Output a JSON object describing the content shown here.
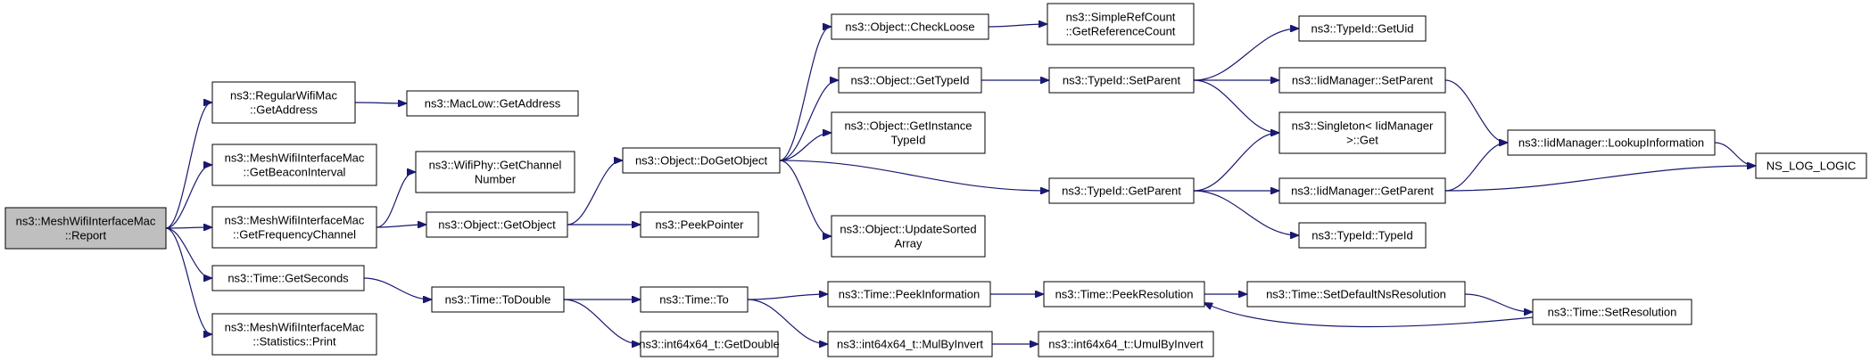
{
  "colors": {
    "edge": "#191970",
    "node_border": "#000000",
    "node_fill": "#ffffff",
    "root_fill": "#bfbfbf"
  },
  "nodes": {
    "root": [
      "ns3::MeshWifiInterfaceMac",
      "::Report"
    ],
    "regularwifimac_getaddress": [
      "ns3::RegularWifiMac",
      "::GetAddress"
    ],
    "maclow_getaddress": [
      "ns3::MacLow::GetAddress"
    ],
    "getbeaconinterval": [
      "ns3::MeshWifiInterfaceMac",
      "::GetBeaconInterval"
    ],
    "getfrequencychannel": [
      "ns3::MeshWifiInterfaceMac",
      "::GetFrequencyChannel"
    ],
    "wifiphy_getchannelnumber": [
      "ns3::WifiPhy::GetChannel",
      "Number"
    ],
    "object_getobject": [
      "ns3::Object::GetObject"
    ],
    "peekpointer": [
      "ns3::PeekPointer"
    ],
    "time_getseconds": [
      "ns3::Time::GetSeconds"
    ],
    "time_todouble": [
      "ns3::Time::ToDouble"
    ],
    "time_to": [
      "ns3::Time::To"
    ],
    "int64x64_getdouble": [
      "ns3::int64x64_t::GetDouble"
    ],
    "statistics_print": [
      "ns3::MeshWifiInterfaceMac",
      "::Statistics::Print"
    ],
    "object_dogetobject": [
      "ns3::Object::DoGetObject"
    ],
    "object_checkloose": [
      "ns3::Object::CheckLoose"
    ],
    "object_gettypeid": [
      "ns3::Object::GetTypeId"
    ],
    "object_getinstancetypeid": [
      "ns3::Object::GetInstance",
      "TypeId"
    ],
    "object_updatesortedarray": [
      "ns3::Object::UpdateSorted",
      "Array"
    ],
    "simplerefcount_getreferencecount": [
      "ns3::SimpleRefCount",
      "::GetReferenceCount"
    ],
    "typeid_setparent": [
      "ns3::TypeId::SetParent"
    ],
    "typeid_getparent": [
      "ns3::TypeId::GetParent"
    ],
    "typeid_getuid": [
      "ns3::TypeId::GetUid"
    ],
    "iidmanager_setparent": [
      "ns3::IidManager::SetParent"
    ],
    "singleton_get": [
      "ns3::Singleton< IidManager",
      " >::Get"
    ],
    "iidmanager_getparent": [
      "ns3::IidManager::GetParent"
    ],
    "typeid_typeid": [
      "ns3::TypeId::TypeId"
    ],
    "iidmanager_lookupinformation": [
      "ns3::IidManager::LookupInformation"
    ],
    "ns_log_logic": [
      "NS_LOG_LOGIC"
    ],
    "time_peekinformation": [
      "ns3::Time::PeekInformation"
    ],
    "time_peekresolution": [
      "ns3::Time::PeekResolution"
    ],
    "time_setdefaultnsresolution": [
      "ns3::Time::SetDefaultNsResolution"
    ],
    "time_setresolution": [
      "ns3::Time::SetResolution"
    ],
    "int64x64_mulbyinvert": [
      "ns3::int64x64_t::MulByInvert"
    ],
    "int64x64_umulbyinvert": [
      "ns3::int64x64_t::UmulByInvert"
    ]
  },
  "edges": [
    [
      "root",
      "regularwifimac_getaddress"
    ],
    [
      "root",
      "getbeaconinterval"
    ],
    [
      "root",
      "getfrequencychannel"
    ],
    [
      "root",
      "time_getseconds"
    ],
    [
      "root",
      "statistics_print"
    ],
    [
      "regularwifimac_getaddress",
      "maclow_getaddress"
    ],
    [
      "getfrequencychannel",
      "wifiphy_getchannelnumber"
    ],
    [
      "getfrequencychannel",
      "object_getobject"
    ],
    [
      "object_getobject",
      "object_dogetobject"
    ],
    [
      "object_getobject",
      "peekpointer"
    ],
    [
      "object_dogetobject",
      "object_checkloose"
    ],
    [
      "object_dogetobject",
      "object_gettypeid"
    ],
    [
      "object_dogetobject",
      "object_getinstancetypeid"
    ],
    [
      "object_dogetobject",
      "object_updatesortedarray"
    ],
    [
      "object_dogetobject",
      "typeid_getparent"
    ],
    [
      "object_checkloose",
      "simplerefcount_getreferencecount"
    ],
    [
      "object_gettypeid",
      "typeid_setparent"
    ],
    [
      "typeid_setparent",
      "typeid_getuid"
    ],
    [
      "typeid_setparent",
      "iidmanager_setparent"
    ],
    [
      "typeid_setparent",
      "singleton_get"
    ],
    [
      "iidmanager_setparent",
      "iidmanager_lookupinformation"
    ],
    [
      "typeid_getparent",
      "singleton_get"
    ],
    [
      "typeid_getparent",
      "iidmanager_getparent"
    ],
    [
      "typeid_getparent",
      "typeid_typeid"
    ],
    [
      "iidmanager_getparent",
      "iidmanager_lookupinformation"
    ],
    [
      "iidmanager_getparent",
      "ns_log_logic"
    ],
    [
      "iidmanager_lookupinformation",
      "ns_log_logic"
    ],
    [
      "time_getseconds",
      "time_todouble"
    ],
    [
      "time_todouble",
      "time_to"
    ],
    [
      "time_todouble",
      "int64x64_getdouble"
    ],
    [
      "time_to",
      "time_peekinformation"
    ],
    [
      "time_to",
      "int64x64_mulbyinvert"
    ],
    [
      "time_peekinformation",
      "time_peekresolution"
    ],
    [
      "time_peekresolution",
      "time_setdefaultnsresolution"
    ],
    [
      "time_setdefaultnsresolution",
      "time_setresolution"
    ],
    [
      "time_setresolution",
      "time_peekresolution"
    ],
    [
      "int64x64_mulbyinvert",
      "int64x64_umulbyinvert"
    ]
  ]
}
